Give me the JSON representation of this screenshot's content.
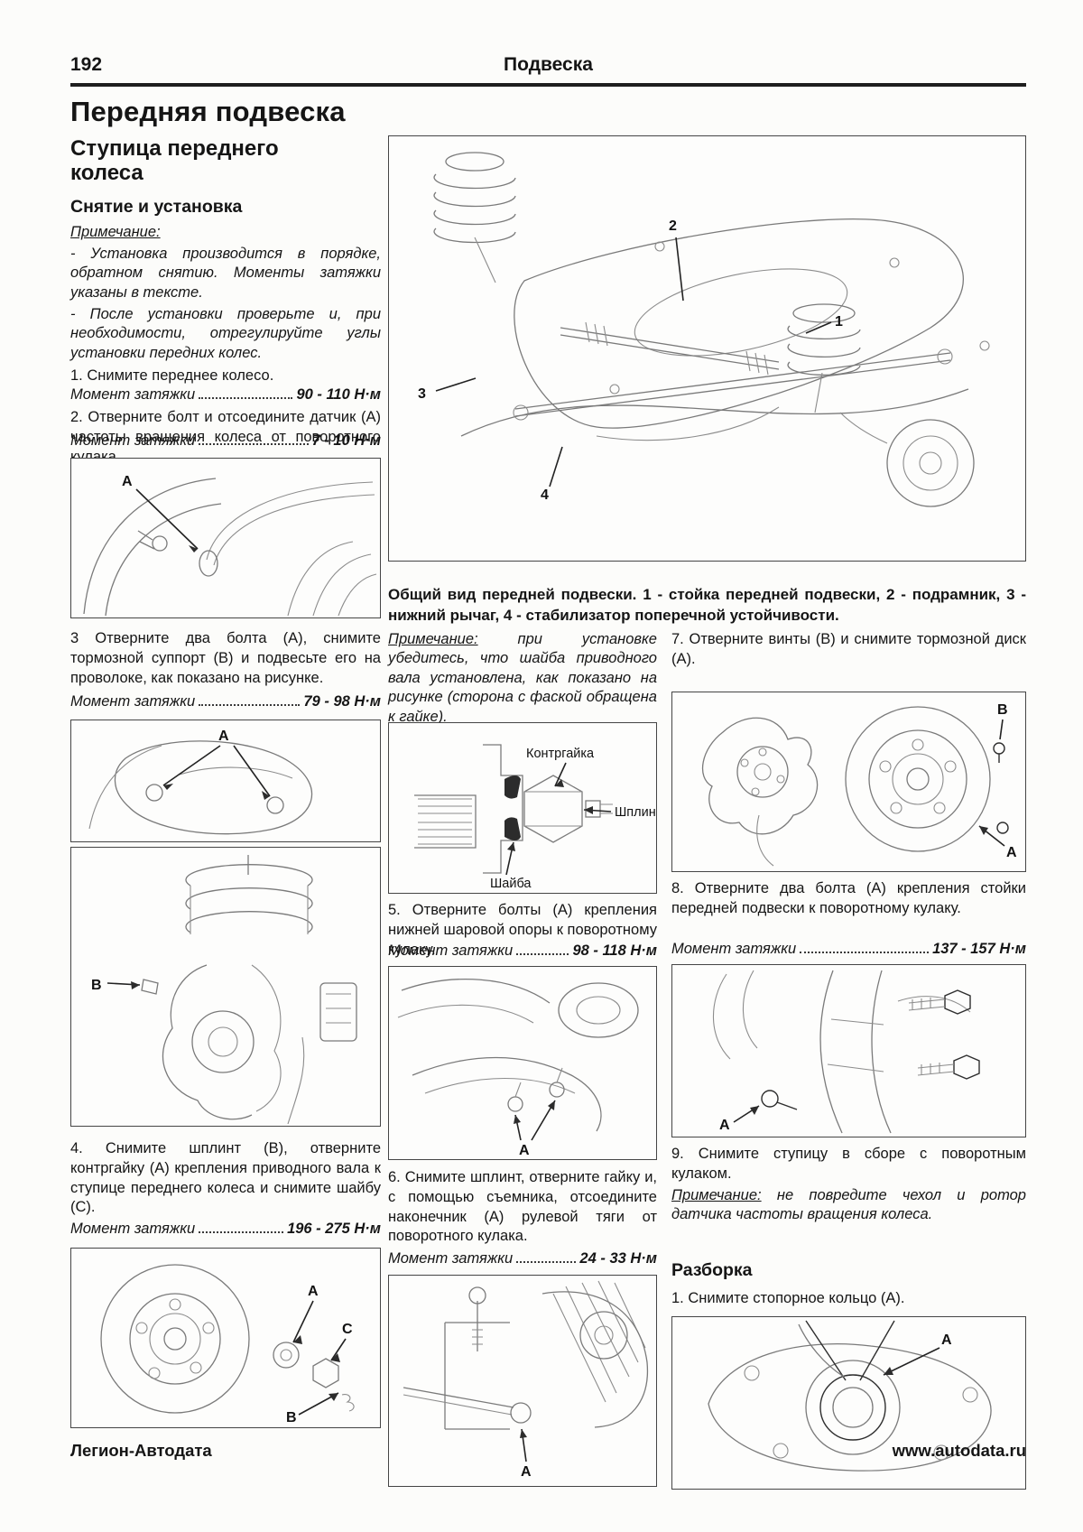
{
  "header": {
    "page_number": "192",
    "chapter": "Подвеска"
  },
  "title": "Передняя подвеска",
  "left": {
    "section": "Ступица переднего колеса",
    "subsection": "Снятие и установка",
    "note_label": "Примечание:",
    "notes": [
      "- Установка производится в порядке, обратном снятию. Моменты затяжки указаны в тексте.",
      "- После установки проверьте и, при необходимости, отрегулируйте углы установки передних колес."
    ],
    "step1": "1. Снимите переднее колесо.",
    "torque1": {
      "label": "Момент затяжки",
      "value": "90 - 110 Н·м"
    },
    "step2": "2. Отверните болт и отсоедините датчик (А) частоты вращения колеса от поворотного кулака.",
    "torque2": {
      "label": "Момент затяжки",
      "value": "7 - 10 Н·м"
    },
    "fig1_label_a": "A",
    "step3": "3 Отверните два болта (А), снимите тормозной суппорт (В) и подвесьте его на проволоке, как показано на рисунке.",
    "torque3": {
      "label": "Момент затяжки",
      "value": "79 - 98 Н·м"
    },
    "fig2_label_a": "A",
    "fig3_label_b": "B",
    "step4": "4. Снимите шплинт (В), отверните контргайку (А) крепления приводного вала к ступице переднего колеса и снимите шайбу (С).",
    "torque4": {
      "label": "Момент затяжки",
      "value": "196 - 275 Н·м"
    },
    "fig4_labels": {
      "a": "A",
      "b": "B",
      "c": "C"
    }
  },
  "overview": {
    "caption": "Общий вид передней подвески. 1 - стойка передней подвески, 2 - подрамник, 3 - нижний рычаг, 4 - стабилизатор поперечной устойчивости.",
    "callouts": {
      "n1": "1",
      "n2": "2",
      "n3": "3",
      "n4": "4"
    }
  },
  "middle": {
    "note_label": "Примечание:",
    "note_text": "при установке убедитесь, что шайба приводного вала установлена, как показано на рисунке (сторона с фаской обращена к гайке).",
    "fig5_labels": {
      "locknut": "Контргайка",
      "cotter": "Шплинт",
      "washer": "Шайба"
    },
    "step5": "5. Отверните болты (А) крепления нижней шаровой опоры к поворотному кулаку.",
    "torque5": {
      "label": "Момент затяжки",
      "value": "98 - 118 Н·м"
    },
    "fig6_label_a": "A",
    "step6": "6. Снимите шплинт, отверните гайку и, с помощью съемника, отсоедините наконечник (А) рулевой тяги от поворотного кулака.",
    "torque6": {
      "label": "Момент затяжки",
      "value": "24 - 33 Н·м"
    },
    "fig7_label_a": "A"
  },
  "right": {
    "step7": "7. Отверните винты (В) и снимите тормозной диск (А).",
    "fig8_labels": {
      "a": "A",
      "b": "B"
    },
    "step8": "8. Отверните два болта (А) крепления стойки передней подвески к поворотному кулаку.",
    "torque8": {
      "label": "Момент затяжки",
      "value": "137 - 157 Н·м"
    },
    "fig9_label_a": "A",
    "step9": "9. Снимите ступицу в сборе с поворотным кулаком.",
    "note_label": "Примечание:",
    "note_text": "не повредите чехол и ротор датчика частоты вращения колеса.",
    "disassembly": "Разборка",
    "dis_step1": "1. Снимите стопорное кольцо (А).",
    "fig10_label_a": "A"
  },
  "footer": {
    "brand": "Легион-Автодата",
    "url": "www.autodata.ru"
  }
}
